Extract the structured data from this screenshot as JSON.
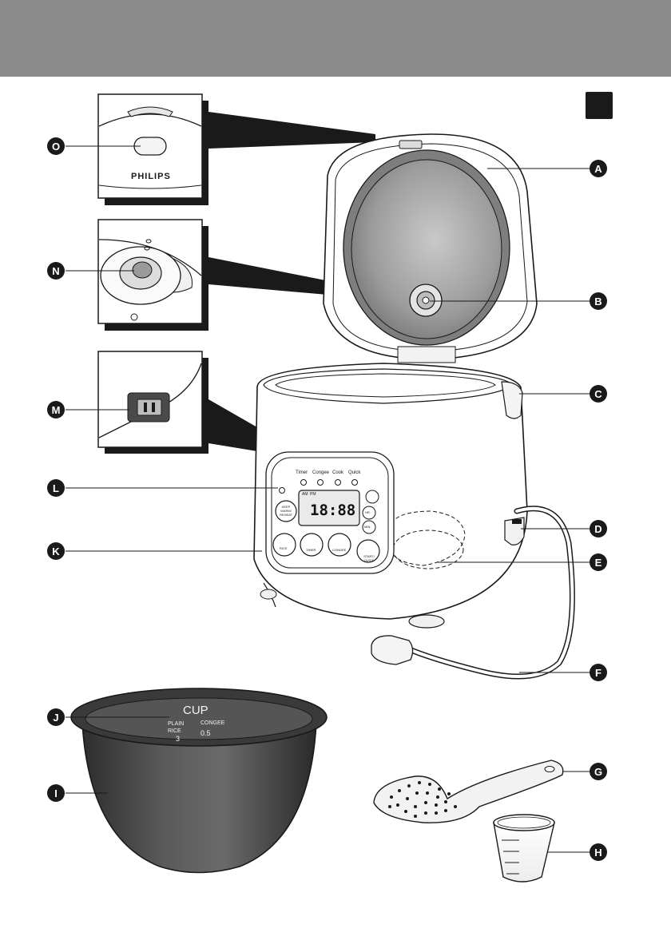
{
  "colors": {
    "header_band": "#8a8a8a",
    "label_fill": "#1a1a1a",
    "line": "#1a1a1a",
    "pot_body": "#4a4a4a",
    "lid_inner": "#9a9a9a"
  },
  "callouts": [
    {
      "letter": "A",
      "part": "lid"
    },
    {
      "letter": "B",
      "part": "steam-valve"
    },
    {
      "letter": "C",
      "part": "handle"
    },
    {
      "letter": "D",
      "part": "cord-connector"
    },
    {
      "letter": "E",
      "part": "heating-plate"
    },
    {
      "letter": "F",
      "part": "power-cord"
    },
    {
      "letter": "G",
      "part": "spatula"
    },
    {
      "letter": "H",
      "part": "measuring-cup"
    },
    {
      "letter": "I",
      "part": "inner-pot"
    },
    {
      "letter": "J",
      "part": "water-level-indications"
    },
    {
      "letter": "K",
      "part": "body"
    },
    {
      "letter": "L",
      "part": "control-panel"
    },
    {
      "letter": "M",
      "part": "socket"
    },
    {
      "letter": "N",
      "part": "detachable-steam-vent"
    },
    {
      "letter": "O",
      "part": "lid-release-button"
    }
  ],
  "brand": "PHILIPS",
  "control_panel": {
    "indicators": [
      "Timer",
      "Congee",
      "Cook",
      "Quick"
    ],
    "display": "18:88",
    "display_am": "AM",
    "display_pm": "PM",
    "keep_warm_label": "KEEP WARM/ REHEAT",
    "hr_label": "HR.",
    "min_label": "MIN.",
    "buttons": [
      "RICE",
      "TIMER",
      "CONGEE",
      "START/ QUICK"
    ]
  },
  "inner_pot": {
    "unit": "CUP",
    "left_label": "PLAIN RICE",
    "left_value": "3",
    "right_label": "CONGEE",
    "right_value": "0.5"
  }
}
